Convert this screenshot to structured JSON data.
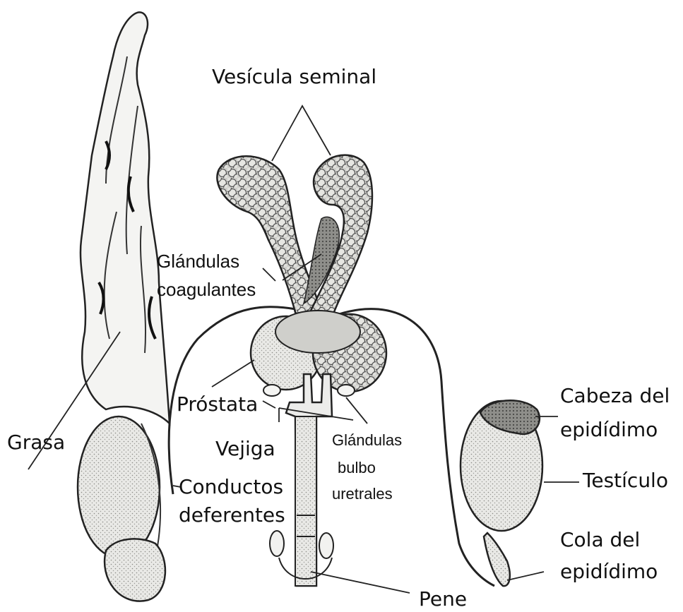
{
  "labels": {
    "vesicula_seminal": "Vesícula seminal",
    "glandulas_coagulantes_1": "Glándulas",
    "glandulas_coagulantes_2": "coagulantes",
    "grasa": "Grasa",
    "prostata": "Próstata",
    "vejiga": "Vejiga",
    "glandulas_bulbo_1": "Glándulas",
    "glandulas_bulbo_2": "bulbo",
    "glandulas_bulbo_3": "uretrales",
    "conductos_1": "Conductos",
    "conductos_2": "deferentes",
    "cabeza_1": "Cabeza del",
    "cabeza_2": "epidídimo",
    "testiculo": "Testículo",
    "cola_1": "Cola del",
    "cola_2": "epidídimo",
    "pene": "Pene"
  }
}
